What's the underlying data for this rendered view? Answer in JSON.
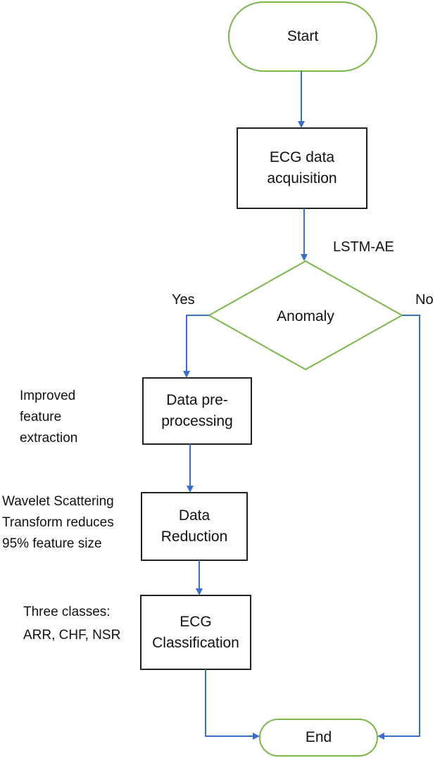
{
  "nodes": {
    "start": "Start",
    "acquisition": [
      "ECG data",
      "acquisition"
    ],
    "decision": "Anomaly",
    "preprocessing": [
      "Data pre-",
      "processing"
    ],
    "reduction": [
      "Data",
      "Reduction"
    ],
    "classification": [
      "ECG",
      "Classification"
    ],
    "end": "End"
  },
  "edge_labels": {
    "lstm": "LSTM-AE",
    "yes": "Yes",
    "no": "No"
  },
  "annotations": {
    "feature": [
      "Improved",
      "feature",
      "extraction"
    ],
    "wavelet": [
      "Wavelet Scattering",
      "Transform reduces",
      "95% feature size"
    ],
    "classes": [
      "Three classes:",
      "ARR, CHF, NSR"
    ]
  },
  "colors": {
    "arrow": "#3a6fc9",
    "terminal_border": "#7ab648",
    "decision_border": "#7ab648",
    "box_border": "#222222"
  }
}
